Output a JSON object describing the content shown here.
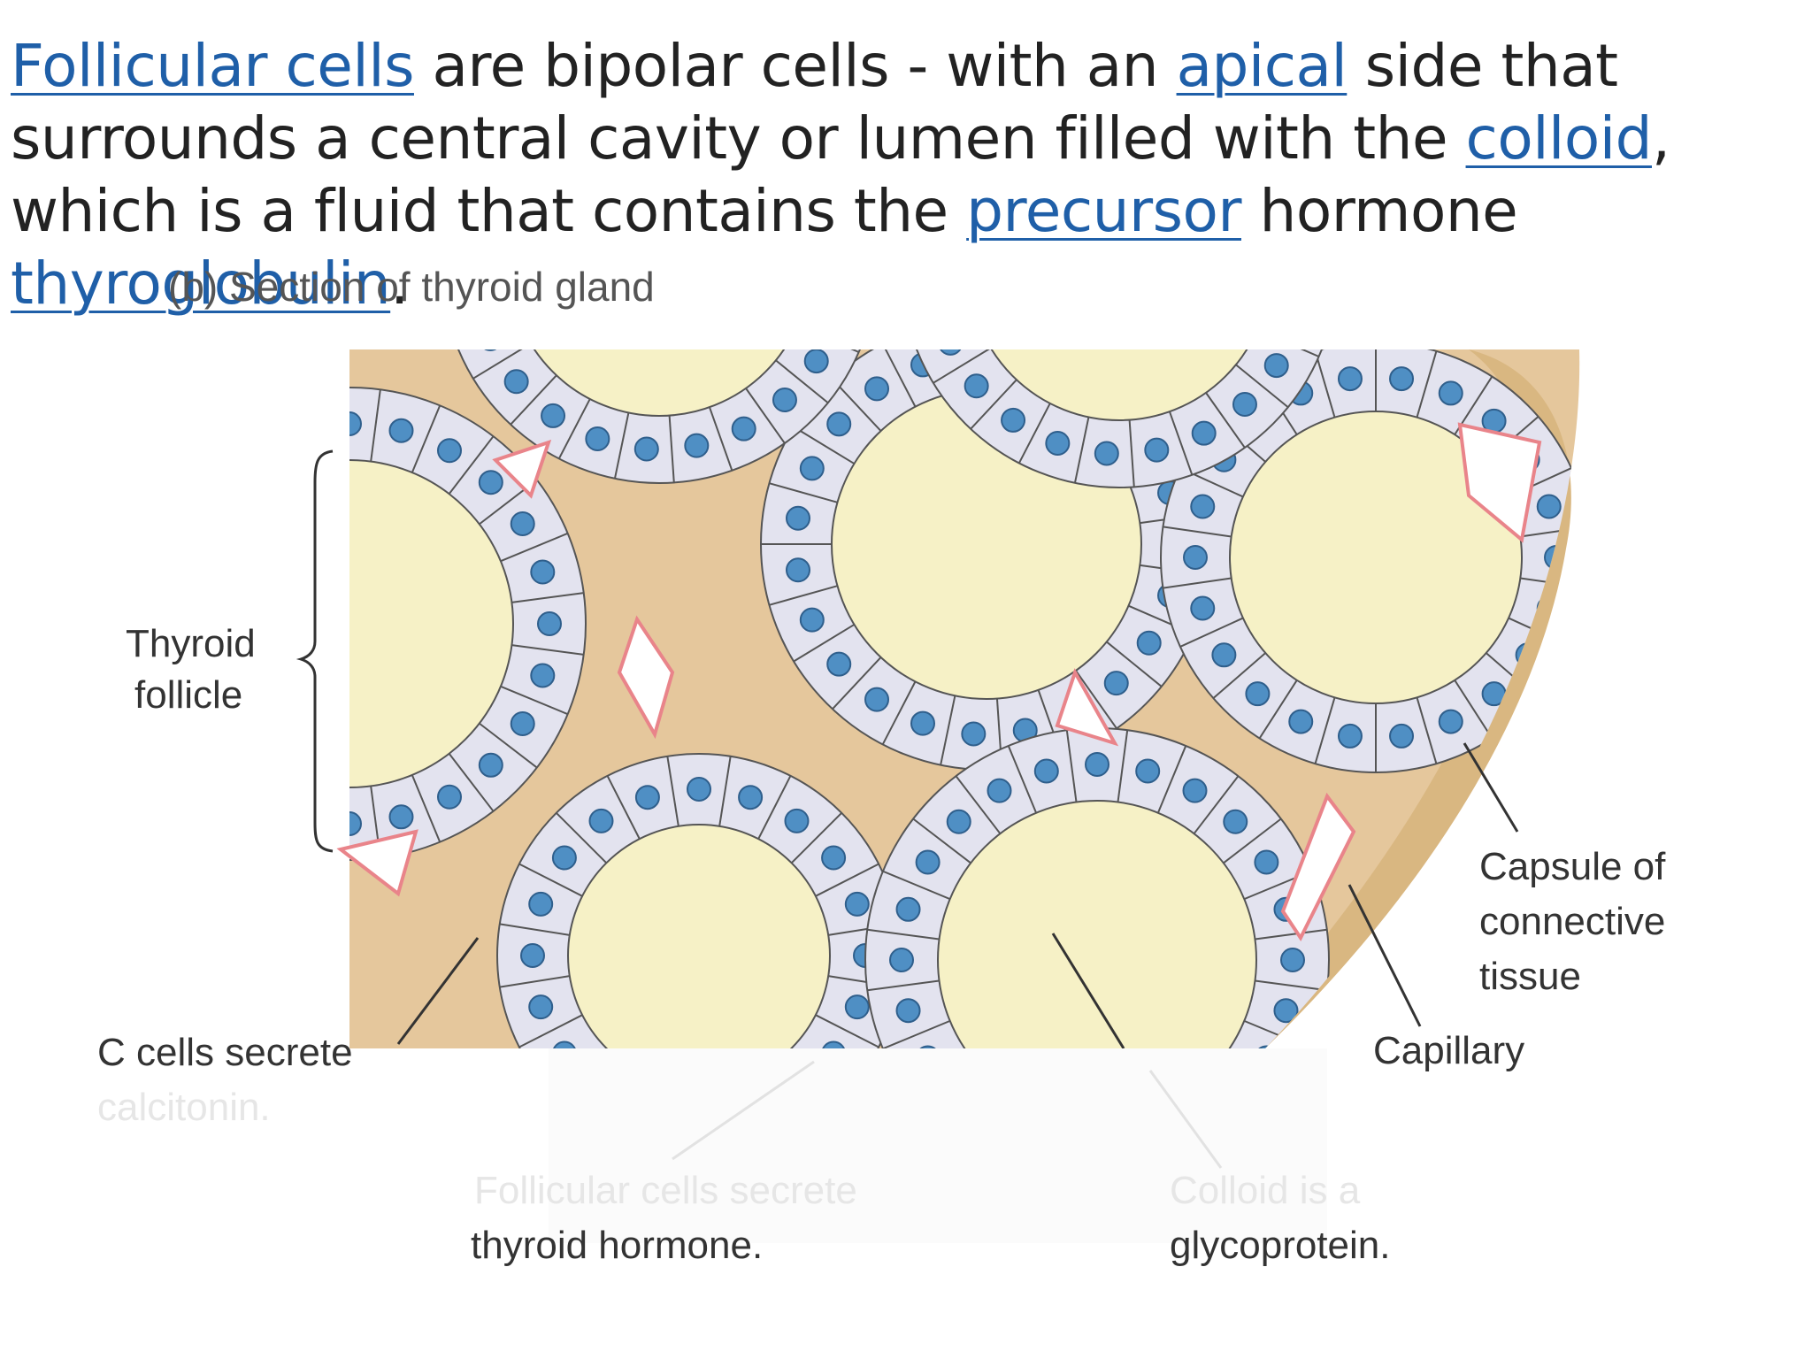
{
  "intro": {
    "links": [
      "Follicular cells",
      "apical",
      "colloid",
      "precursor",
      "thyroglobulin"
    ],
    "text": [
      "are bipolar cells - with an",
      "side that surrounds a central cavity or lumen filled with the",
      ", which is a fluid that contains the",
      "hormone",
      "."
    ]
  },
  "diagram": {
    "header": "(b) Section of thyroid gland",
    "labels": {
      "thyroid_follicle": [
        "Thyroid",
        "follicle"
      ],
      "capsule": [
        "Capsule of",
        "connective",
        "tissue"
      ],
      "capillary": "Capillary",
      "c_cells": [
        "C cells secrete",
        "calcitonin."
      ],
      "follicular_secrete": [
        "Follicular cells secrete",
        "thyroid hormone."
      ],
      "colloid": [
        "Colloid is a",
        "glycoprotein."
      ]
    }
  },
  "colors": {
    "link": "#1f5fa8",
    "colloid": "#f6f1c6",
    "cell": "#e3e3ef",
    "nucleus": "#4f8fc4",
    "connective": "#e5c79c",
    "capillary": "#e9848a"
  }
}
